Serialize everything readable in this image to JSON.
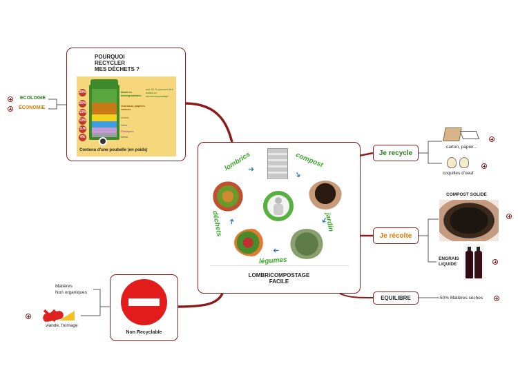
{
  "center": {
    "title_line1": "LOMBRICOMPOSTAGE",
    "title_line2": "FACILE",
    "cycle": {
      "lombrics": "lombrics",
      "compost": "compost",
      "jardin": "jardin",
      "legumes": "légumes",
      "dechets": "déchets"
    }
  },
  "pourquoi": {
    "title_lines": [
      "POURQUOI",
      "RECYCLER",
      "MES DÉCHETS ?"
    ],
    "poubelle": {
      "levels": [
        "29%",
        "25%",
        "13%",
        "13%",
        "11%",
        "4%"
      ],
      "labels": [
        "Matières biodégradables",
        "Journaux, papiers, cartons",
        "Autres",
        "Verre",
        "Plastiques",
        "Métal"
      ],
      "note": "soit 40 % pouvant être traités en lombricompostage",
      "caption": "Contenu d'une poubelle (en poids)"
    },
    "ecologie": "ECOLOGIE",
    "economie": "ÉCONOMIE"
  },
  "recycle": {
    "label": "Je recycle",
    "items": [
      "carton, papier...",
      "coquilles d'oeuf"
    ]
  },
  "recolte": {
    "label": "Je récolte",
    "compost_solide": "COMPOST SOLIDE",
    "engrais_line1": "ENGRAIS",
    "engrais_line2": "LIQUIDE"
  },
  "equilibre": {
    "label": "EQUILIBRE",
    "value": "50% Matières sèches"
  },
  "non_recyclable": {
    "label": "Non Recyclable",
    "matieres_line1": "Matières",
    "matieres_line2": "Non organiques",
    "viande": "viande, fromage"
  },
  "colors": {
    "accent": "#8b1a1a",
    "green": "#2a7a1e",
    "orange": "#e07b00"
  }
}
